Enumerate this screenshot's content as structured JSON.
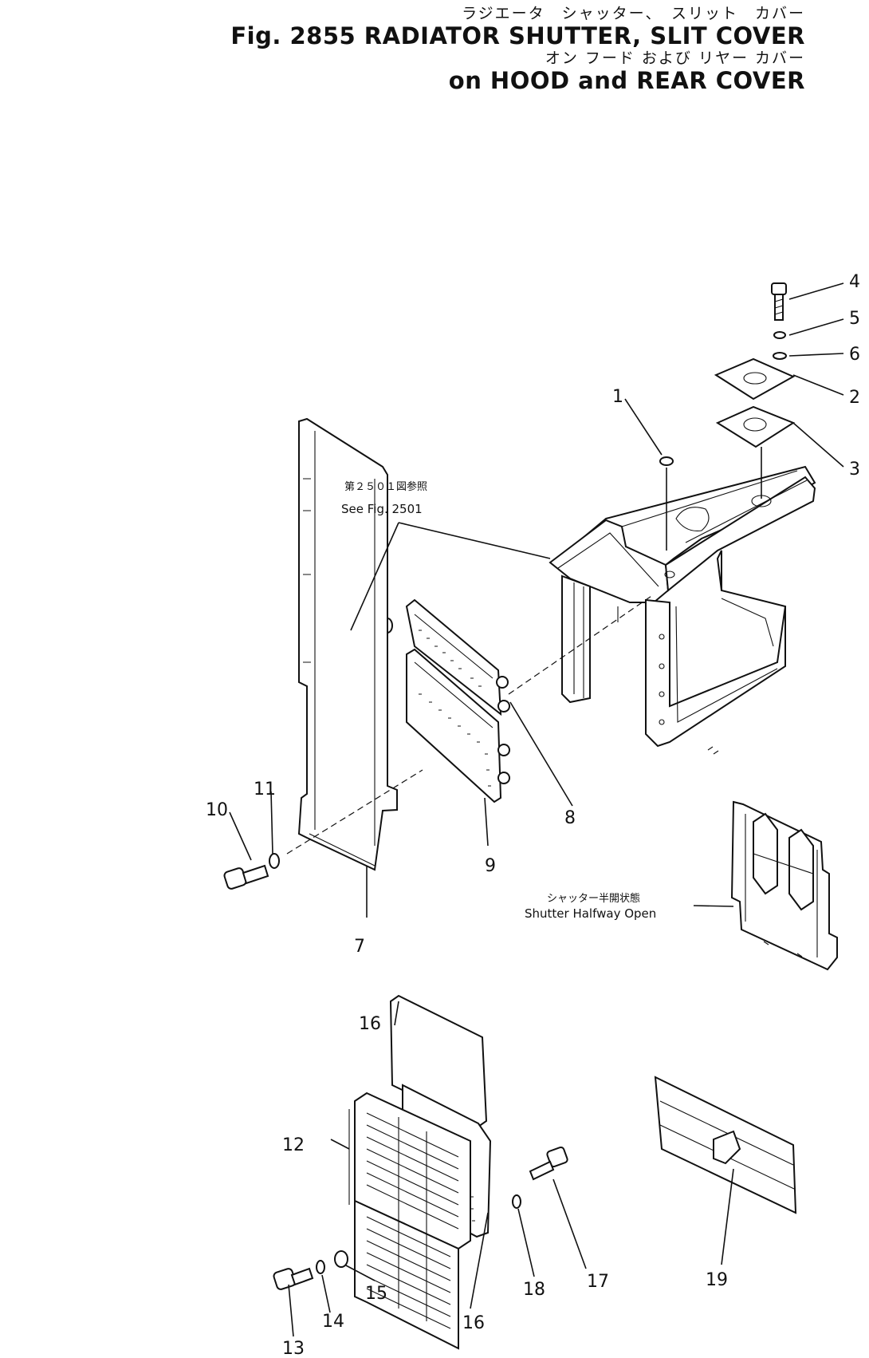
{
  "title": {
    "jp_line1": "ラジエータ　シャッター、　スリット　カバー",
    "en_line1": "Fig. 2855 RADIATOR SHUTTER, SLIT COVER",
    "jp_line2": "オン フード および リヤー カバー",
    "en_line2": "on HOOD and REAR COVER"
  },
  "notes": {
    "see_fig_jp": "第２５０１図参照",
    "see_fig_en": "See Fig. 2501",
    "shutter_jp": "シャッター半開状態",
    "shutter_en": "Shutter Halfway Open"
  },
  "callouts": [
    "1",
    "2",
    "3",
    "4",
    "5",
    "6",
    "7",
    "8",
    "9",
    "10",
    "11",
    "12",
    "13",
    "14",
    "15",
    "16",
    "16",
    "17",
    "18",
    "19"
  ]
}
